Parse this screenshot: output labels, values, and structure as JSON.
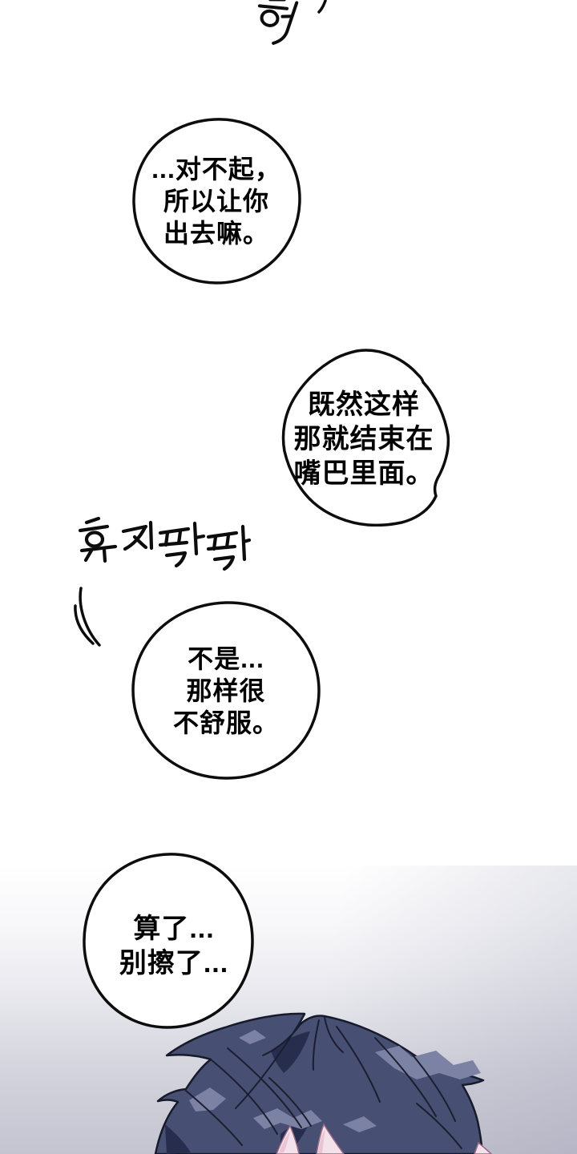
{
  "panel": {
    "background_top_color": "#ffffff",
    "background_bottom_color": "#c4c4d0"
  },
  "sfx_top": {
    "text": "헉"
  },
  "sfx_tissue": {
    "text": "휴지 팍팍"
  },
  "speech_bubbles": [
    {
      "lines": [
        "...对不起，",
        "所以让你",
        "出去嘛。"
      ]
    },
    {
      "lines": [
        "既然这样",
        "那就结束在",
        "嘴巴里面。"
      ]
    },
    {
      "lines": [
        "不是...",
        "那样很",
        "不舒服。"
      ]
    },
    {
      "lines": [
        "算了...",
        "别擦了..."
      ]
    }
  ],
  "character": {
    "hair_base_color": "#475073",
    "hair_highlight_color": "#7c82a3",
    "hair_shadow_color": "#272e4d",
    "hair_outline_color": "#171a2b",
    "skin_color": "#f3e2ea",
    "skin_shade_color": "#eac3d4"
  }
}
